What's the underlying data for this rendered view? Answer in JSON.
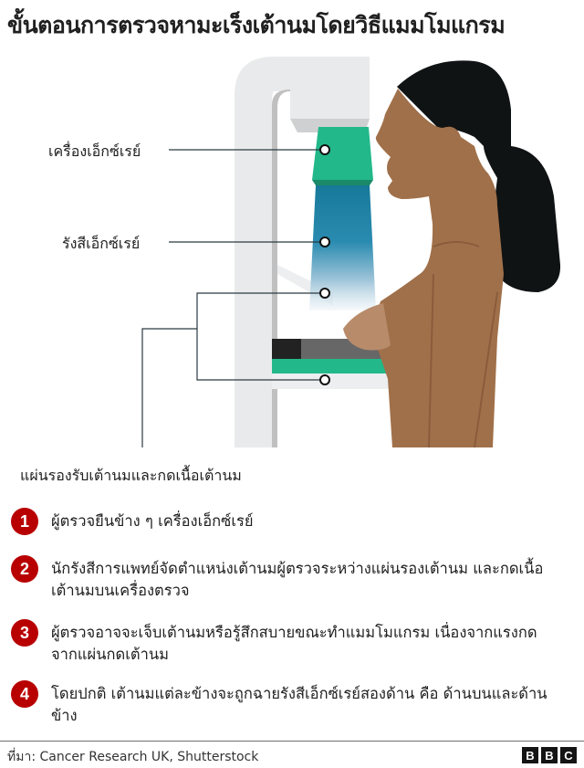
{
  "title": "ขั้นตอนการตรวจหามะเร็งเต้านมโดยวิธีแมมโมแกรม",
  "diagram": {
    "labels": {
      "xray_machine": "เครื่องเอ็กซ์เรย์",
      "xray_beam": "รังสีเอ็กซ์เรย์",
      "plates": "แผ่นรองรับเต้านมและกดเนื้อเต้านม"
    },
    "colors": {
      "machine_grey": "#e9eaeb",
      "machine_dark_grey": "#c0c0c0",
      "xray_head": "#23b88a",
      "xray_beam_top": "#1a7a9c",
      "skin": "#a0704a",
      "hair": "#0f1314",
      "leader_line": "#2b3a42"
    }
  },
  "steps": [
    {
      "number": "1",
      "text": "ผู้ตรวจยืนข้าง ๆ เครื่องเอ็กซ์เรย์"
    },
    {
      "number": "2",
      "text": "นักรังสีการแพทย์จัดตำแหน่งเต้านมผู้ตรวจระหว่างแผ่นรองเต้านม และกดเนื้อเต้านมบนเครื่องตรวจ"
    },
    {
      "number": "3",
      "text": "ผู้ตรวจอาจจะเจ็บเต้านมหรือรู้สึกสบายขณะทำแมมโมแกรม เนื่องจากแรงกดจากแผ่นกดเต้านม"
    },
    {
      "number": "4",
      "text": "โดยปกติ เต้านมแต่ละข้างจะถูกฉายรังสีเอ็กซ์เรย์สองด้าน คือ ด้านบนและด้านข้าง"
    }
  ],
  "badge_color": "#b80000",
  "footer": {
    "source": "ที่มา: Cancer Research UK, Shutterstock",
    "logo": [
      "B",
      "B",
      "C"
    ]
  }
}
